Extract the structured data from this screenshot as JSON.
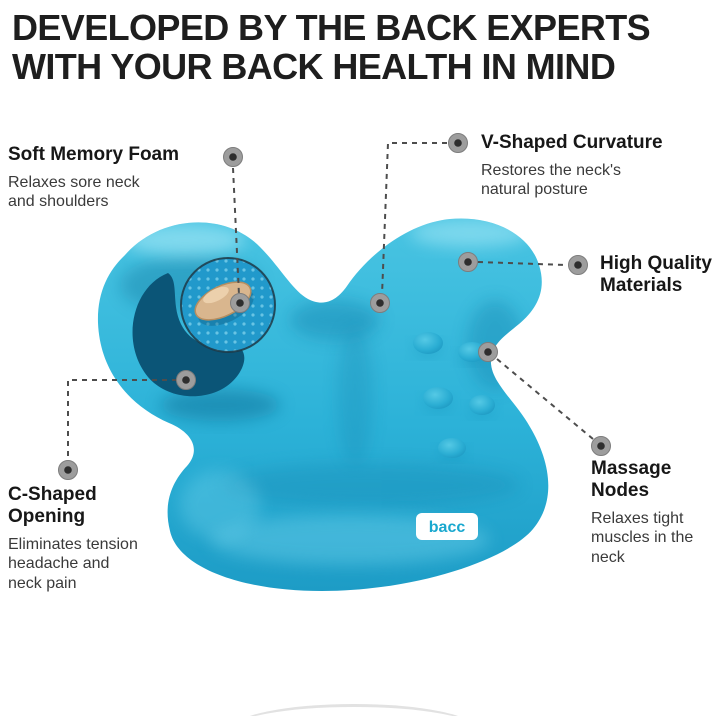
{
  "header": {
    "line1": "DEVELOPED BY THE BACK EXPERTS",
    "line2": "WITH YOUR BACK HEALTH IN MIND"
  },
  "callouts": {
    "soft_memory_foam": {
      "title": "Soft Memory Foam",
      "desc": "Relaxes sore neck and shoulders"
    },
    "v_shaped_curvature": {
      "title": "V-Shaped Curvature",
      "desc": "Restores the neck's natural posture"
    },
    "high_quality_materials": {
      "title": "High Quality Materials"
    },
    "massage_nodes": {
      "title": "Massage Nodes",
      "desc": "Relaxes tight muscles in the neck"
    },
    "c_shaped_opening": {
      "title": "C-Shaped Opening",
      "desc": "Eliminates tension headache and neck pain"
    }
  },
  "product": {
    "logo_text": "bacc",
    "colors": {
      "product_teal": "#2db5da",
      "product_shadow": "#1286b0",
      "product_highlight": "#a8e9f7",
      "opening_dark": "#0b5577",
      "foam_beige": "#d9b68e",
      "logo_teal": "#19a8cf",
      "connector_gray": "#4d4d4d",
      "headline_black": "#1e1e1e"
    }
  }
}
